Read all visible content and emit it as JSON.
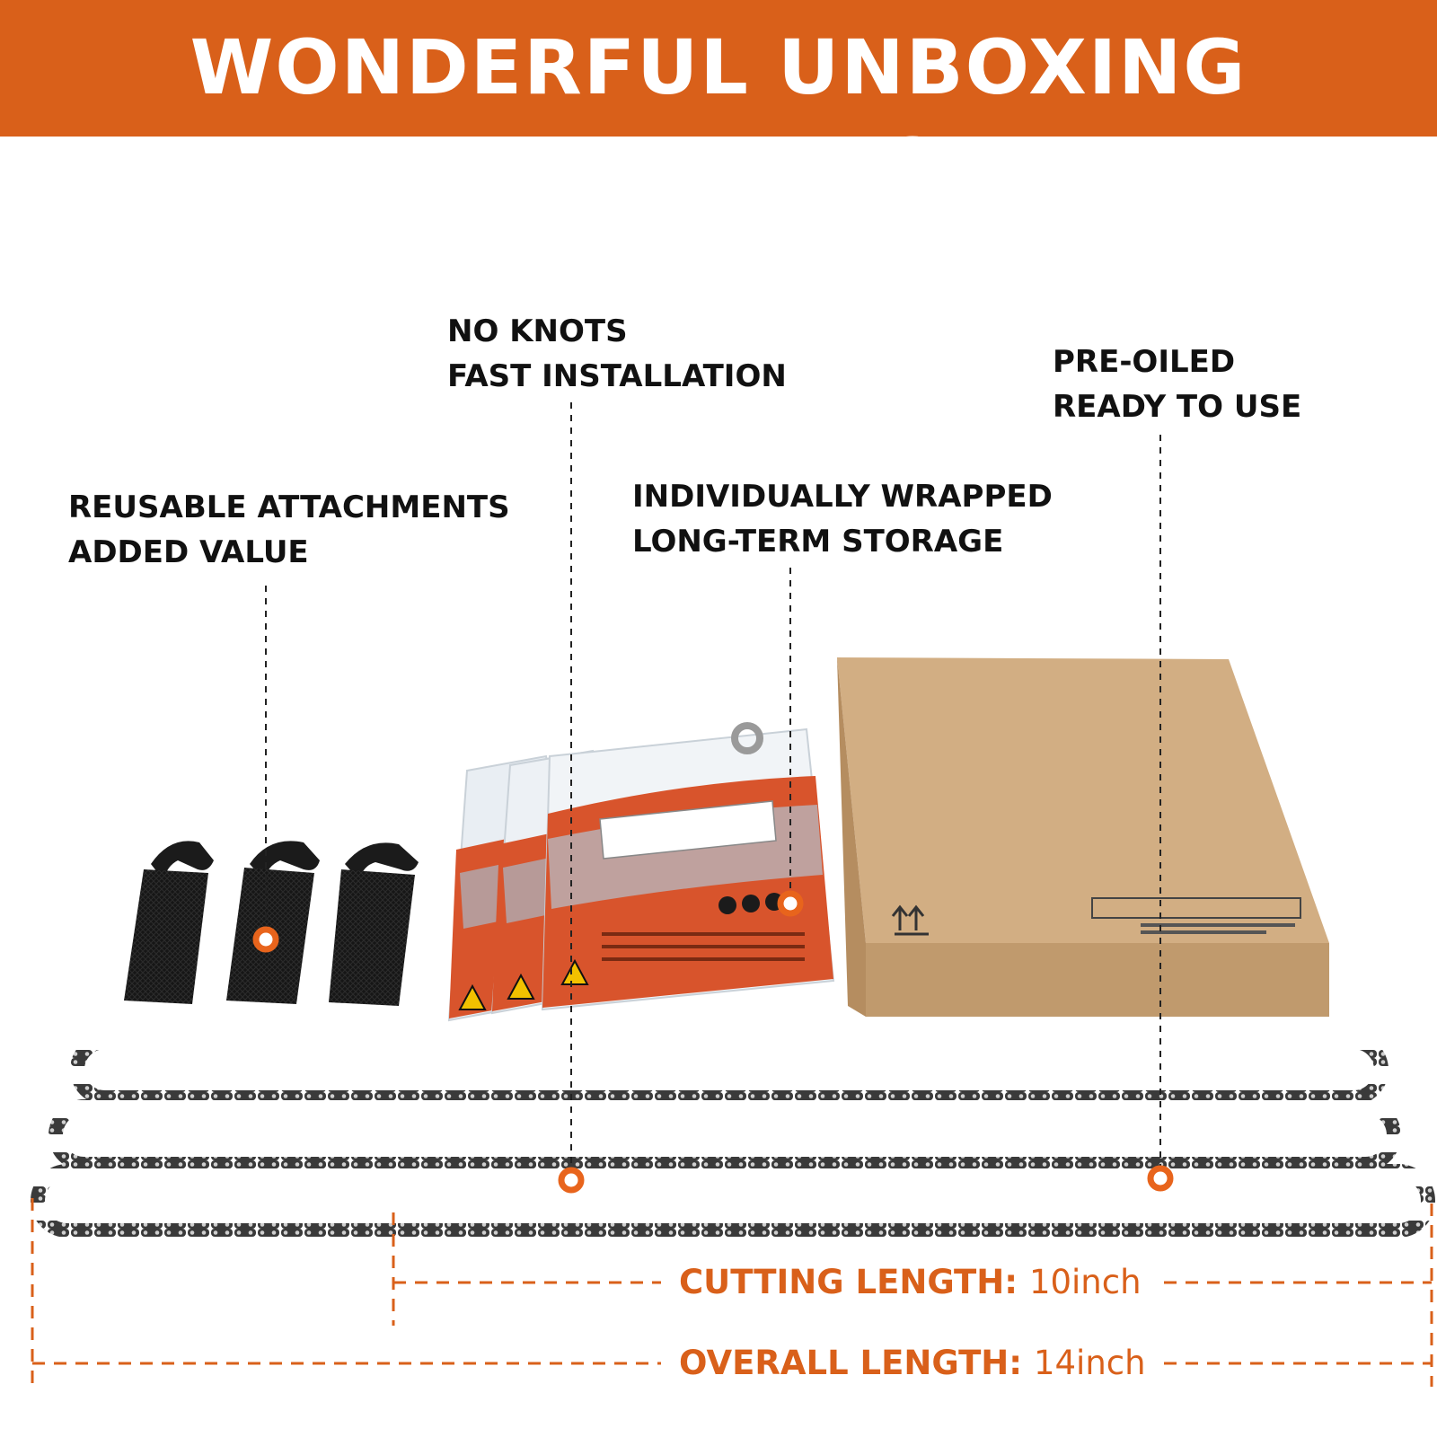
{
  "banner": {
    "title": "WONDERFUL UNBOXING EXPERIENCE"
  },
  "callouts": {
    "knots": {
      "line1": "NO KNOTS",
      "line2": "FAST INSTALLATION"
    },
    "oiled": {
      "line1": "PRE-OILED",
      "line2": "READY TO USE"
    },
    "attach": {
      "line1": "REUSABLE ATTACHMENTS",
      "line2": "ADDED VALUE"
    },
    "wrapped": {
      "line1": "INDIVIDUALLY WRAPPED",
      "line2": "LONG-TERM STORAGE"
    }
  },
  "dimensions": {
    "cutting": {
      "label": "CUTTING LENGTH:",
      "value": "10inch"
    },
    "overall": {
      "label": "OVERALL LENGTH:",
      "value": "14inch"
    }
  },
  "colors": {
    "accent": "#d9601a",
    "cardboard": "#d2ae83",
    "chain": "#3a3a3a",
    "pouch": "#d8542c"
  }
}
